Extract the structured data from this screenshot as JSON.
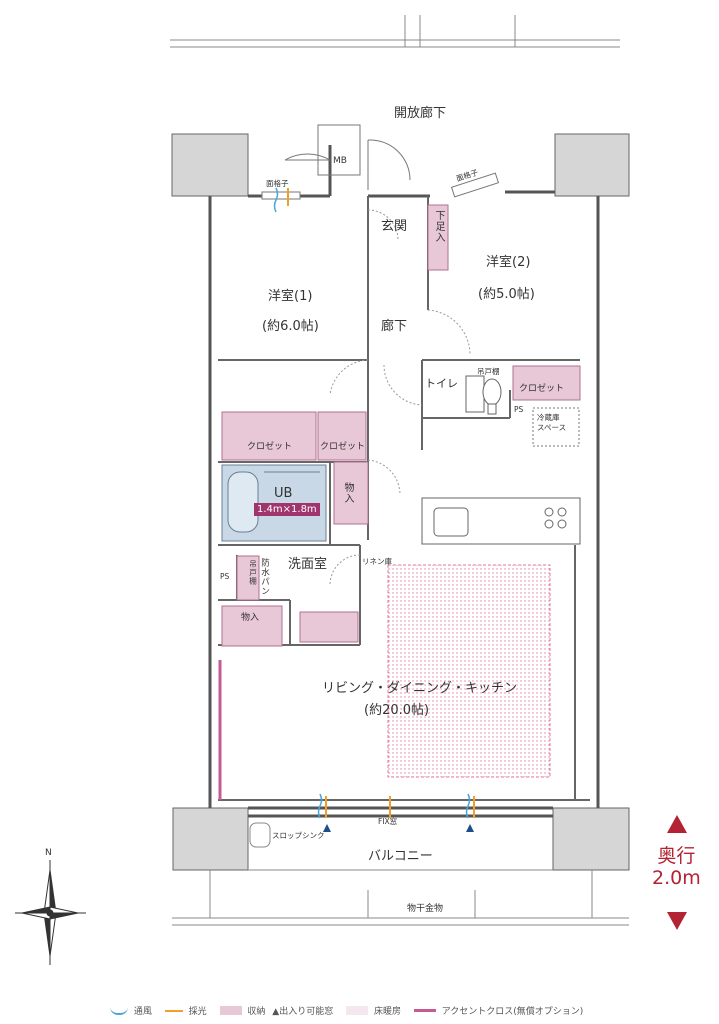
{
  "title": "",
  "rooms": {
    "corridor": "開放廊下",
    "mb": "MB",
    "mensgoshi_left": "面格子",
    "mensgoshi_right": "面格子",
    "entrance": "玄関",
    "shoe": "下足入",
    "bedroom2_name": "洋室(2)",
    "bedroom2_size": "(約5.0帖)",
    "bedroom1_name": "洋室(1)",
    "bedroom1_size": "(約6.0帖)",
    "hallway": "廊下",
    "toilet": "トイレ",
    "hanging_shelf_1": "吊戸棚",
    "closet_bed2": "クロゼット",
    "ps_1": "PS",
    "fridge": "冷蔵庫\nスペース",
    "closet_bed1_a": "クロゼット",
    "closet_bed1_b": "クロゼット",
    "storage_1": "物入",
    "ub": "UB",
    "ub_size": "1.4m×1.8m",
    "linen": "リネン庫",
    "ps_2": "PS",
    "hanging_shelf_2": "吊戸棚",
    "bouka": "防水パン",
    "washroom": "洗面室",
    "storage_2": "物入",
    "ldk_name": "リビング・ダイニング・キッチン",
    "ldk_size": "(約20.0帖)",
    "fix_window": "FIX窓",
    "slop_sink": "スロップシンク",
    "balcony": "バルコニー",
    "drying_rack": "物干金物"
  },
  "depth": {
    "label": "奥行",
    "value": "2.0m"
  },
  "compass": "N",
  "legend": {
    "ventilation": "通風",
    "daylight": "採光",
    "storage": "収納",
    "access_window": "▲出入り可能窓",
    "floor_heating": "床暖房",
    "accent_cloth": "アクセントクロス(無償オプション)"
  },
  "colors": {
    "storage_fill": "#e8c7d7",
    "ub_fill": "#c8d8e6",
    "floor_heating_dot": "#e07aa0",
    "accent_line": "#c65a94",
    "ventilation": "#4aa6d6",
    "daylight": "#f0a02a",
    "depth_arrow": "#b32334"
  }
}
